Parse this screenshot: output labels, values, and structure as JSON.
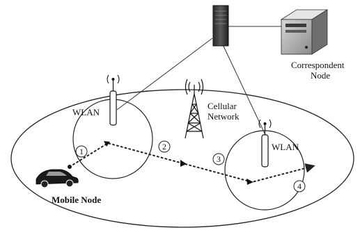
{
  "labels": {
    "correspondent_line1": "Correspondent",
    "correspondent_line2": "Node",
    "wlan_left": "WLAN",
    "wlan_right": "WLAN",
    "cellular_line1": "Cellular",
    "cellular_line2": "Network",
    "mobile_node": "Mobile Node"
  },
  "steps": [
    "1",
    "2",
    "3",
    "4"
  ],
  "icons": {
    "server": "network-server-icon",
    "computer": "correspondent-computer-icon",
    "access_point": "wlan-access-point-icon",
    "tower": "cellular-tower-icon",
    "car": "car-icon"
  }
}
